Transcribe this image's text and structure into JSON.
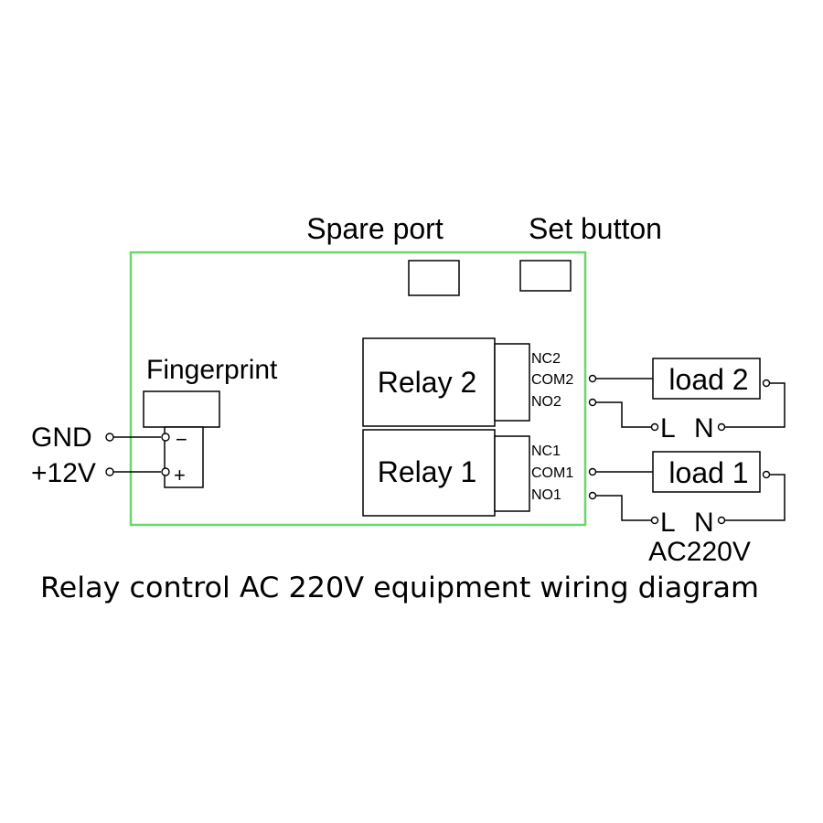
{
  "labels": {
    "spare_port": "Spare port",
    "set_button": "Set button",
    "fingerprint": "Fingerprint",
    "gnd": "GND",
    "plus12v": "+12V",
    "minus_sign": "−",
    "plus_sign": "+",
    "relay2": "Relay 2",
    "relay1": "Relay 1",
    "nc2": "NC2",
    "com2": "COM2",
    "no2": "NO2",
    "nc1": "NC1",
    "com1": "COM1",
    "no1": "NO1",
    "load2": "load 2",
    "load1": "load 1",
    "l": "L",
    "n": "N",
    "ac220v": "AC220V"
  },
  "caption": "Relay control AC 220V equipment wiring diagram",
  "colors": {
    "board_outline": "#6bd66b",
    "line": "#000000",
    "background": "#ffffff"
  }
}
